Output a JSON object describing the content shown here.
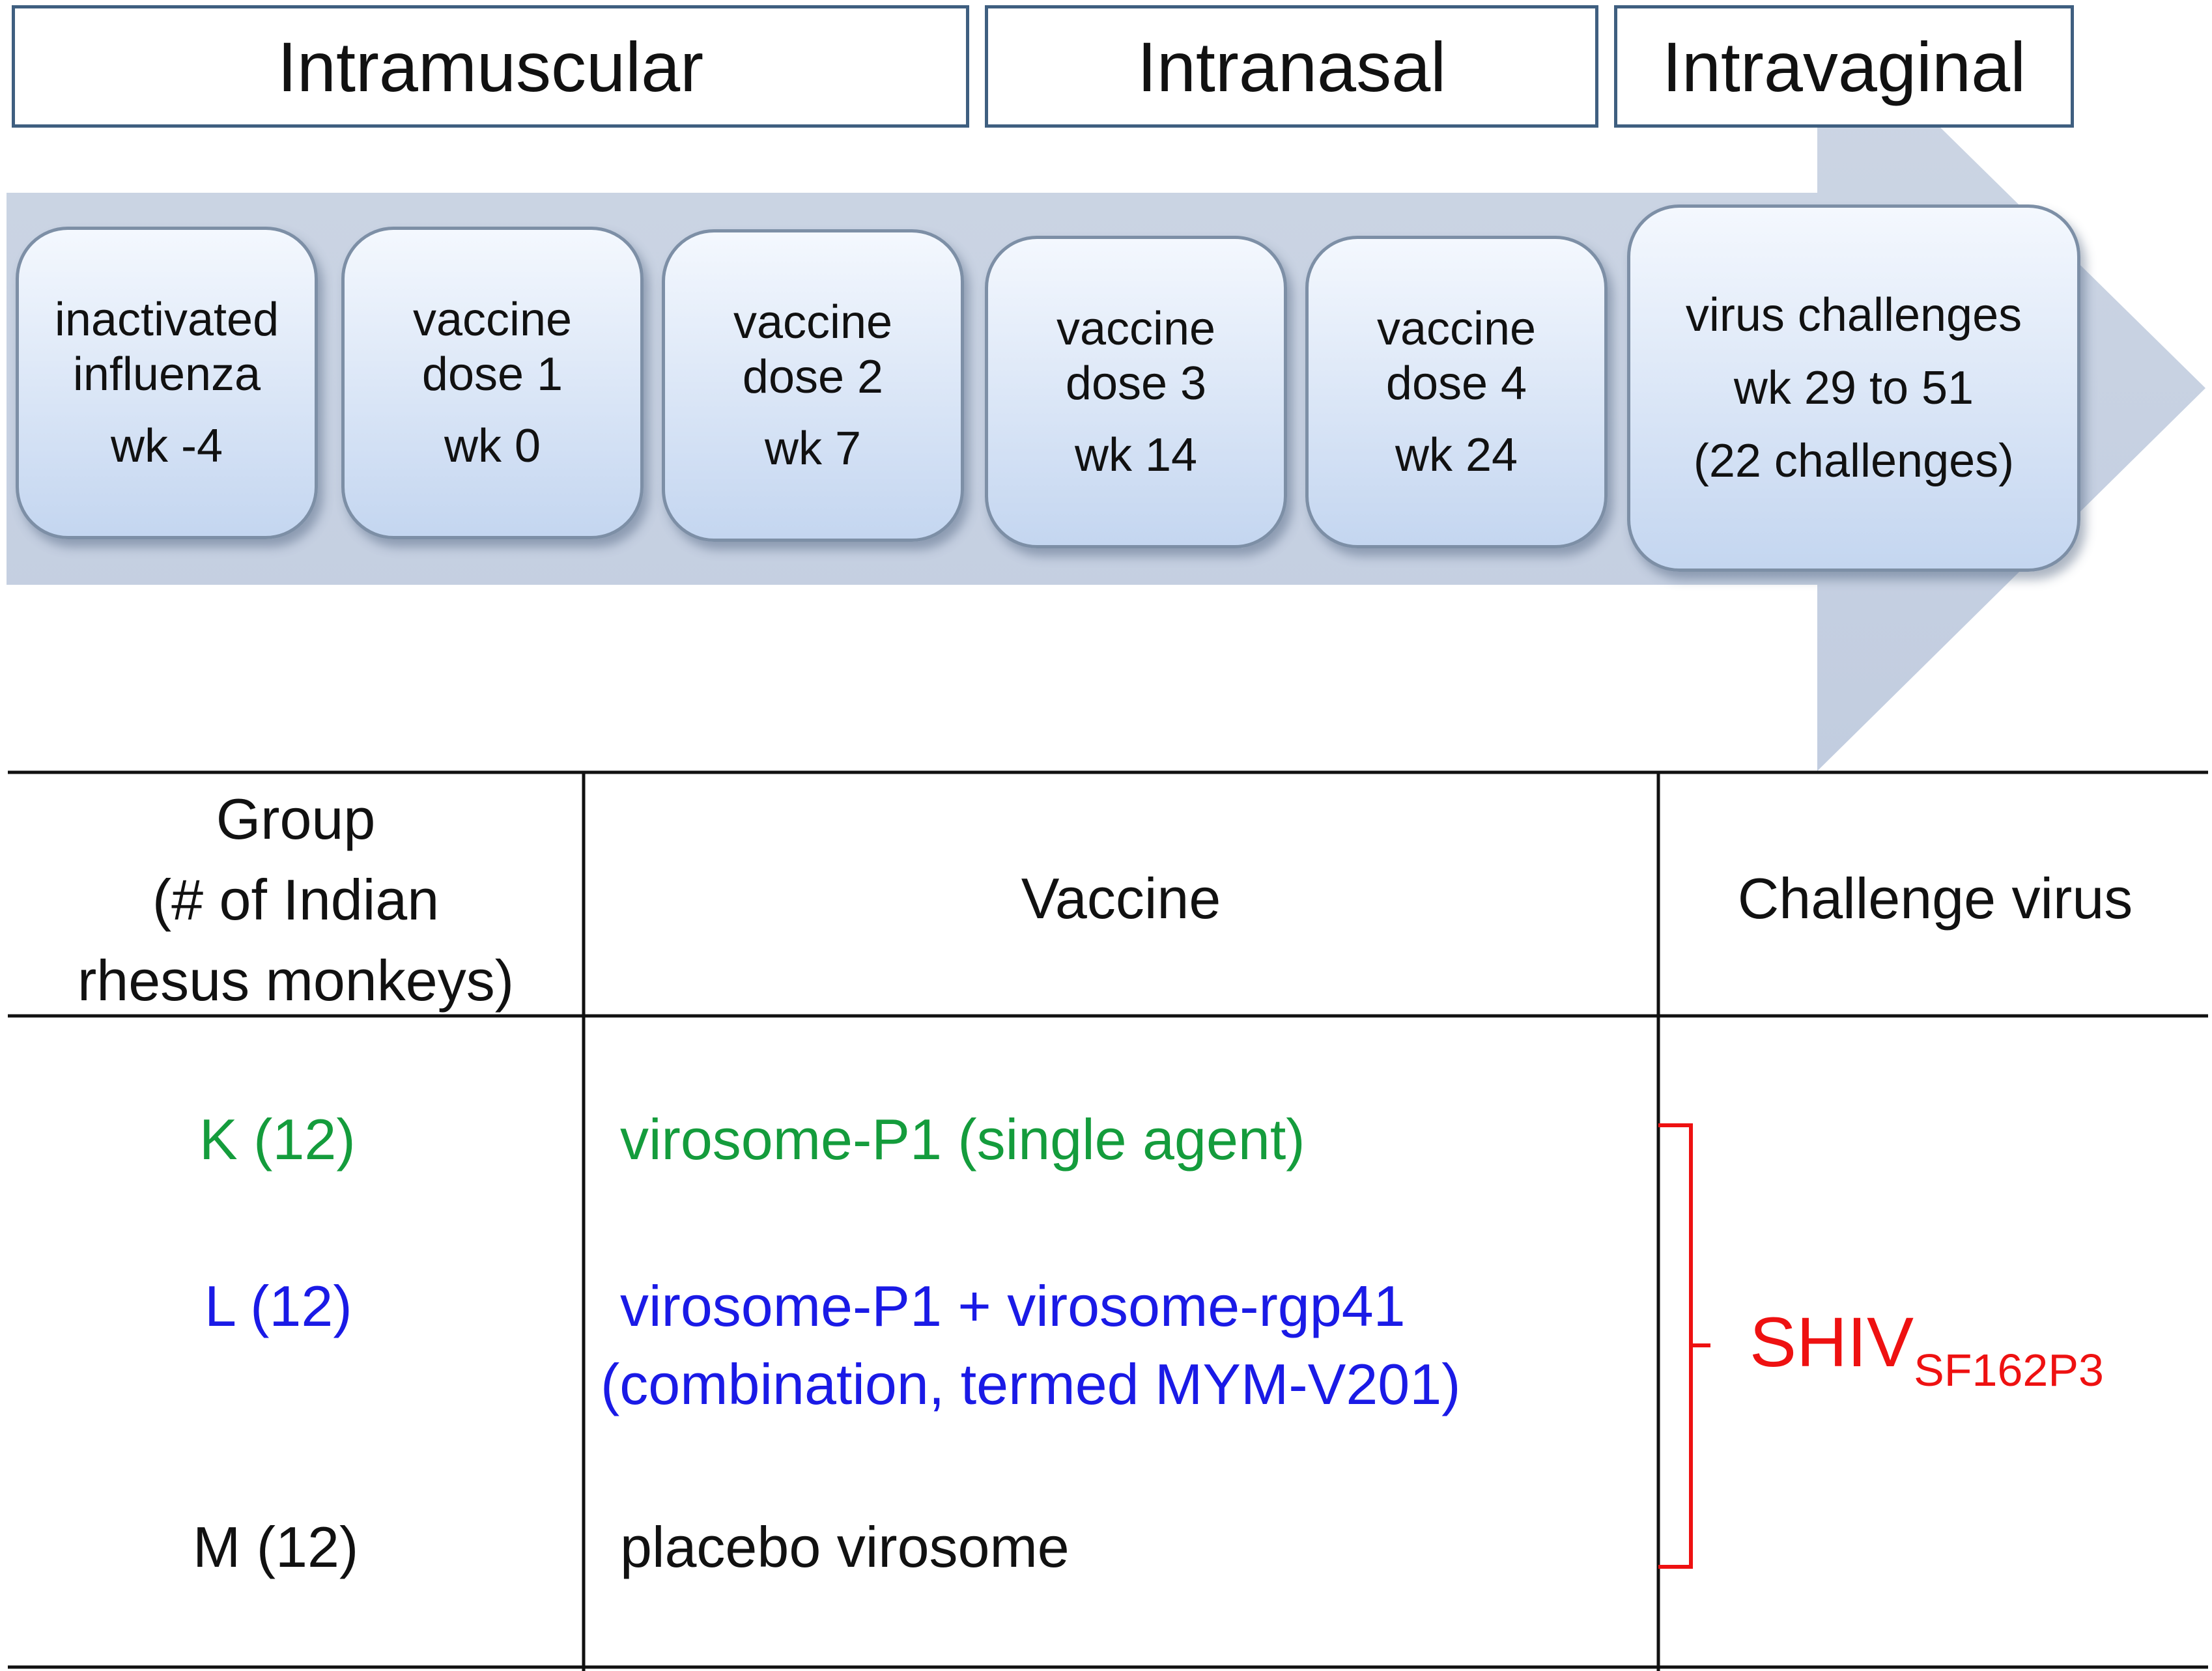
{
  "routes": {
    "intramuscular": "Intramuscular",
    "intranasal": "Intranasal",
    "intravaginal": "Intravaginal"
  },
  "timeline": [
    {
      "line1": "inactivated",
      "line2": "influenza",
      "week": "wk -4"
    },
    {
      "line1": "vaccine",
      "line2": "dose 1",
      "week": "wk 0"
    },
    {
      "line1": "vaccine",
      "line2": "dose 2",
      "week": "wk 7"
    },
    {
      "line1": "vaccine",
      "line2": "dose 3",
      "week": "wk 14"
    },
    {
      "line1": "vaccine",
      "line2": "dose 4",
      "week": "wk 24"
    }
  ],
  "challenge_step": {
    "line1": "virus challenges",
    "line2": "wk 29 to 51",
    "line3": "(22 challenges)"
  },
  "table": {
    "headers": {
      "group_line1": "Group",
      "group_line2": "(# of Indian",
      "group_line3": "rhesus monkeys)",
      "vaccine": "Vaccine",
      "challenge": "Challenge virus"
    },
    "rows": [
      {
        "group": "K (12)",
        "vaccine_line1": "virosome-P1 (single agent)",
        "vaccine_line2": "",
        "color": "#149c3c"
      },
      {
        "group": "L (12)",
        "vaccine_line1": "virosome-P1 + virosome-rgp41",
        "vaccine_line2": "(combination, termed MYM-V201)",
        "color": "#1a1ae6"
      },
      {
        "group": "M (12)",
        "vaccine_line1": "placebo virosome",
        "vaccine_line2": "",
        "color": "#111111"
      }
    ],
    "challenge_virus": {
      "name": "SHIV",
      "subscript": "SF162P3",
      "color": "#ee1111"
    }
  }
}
